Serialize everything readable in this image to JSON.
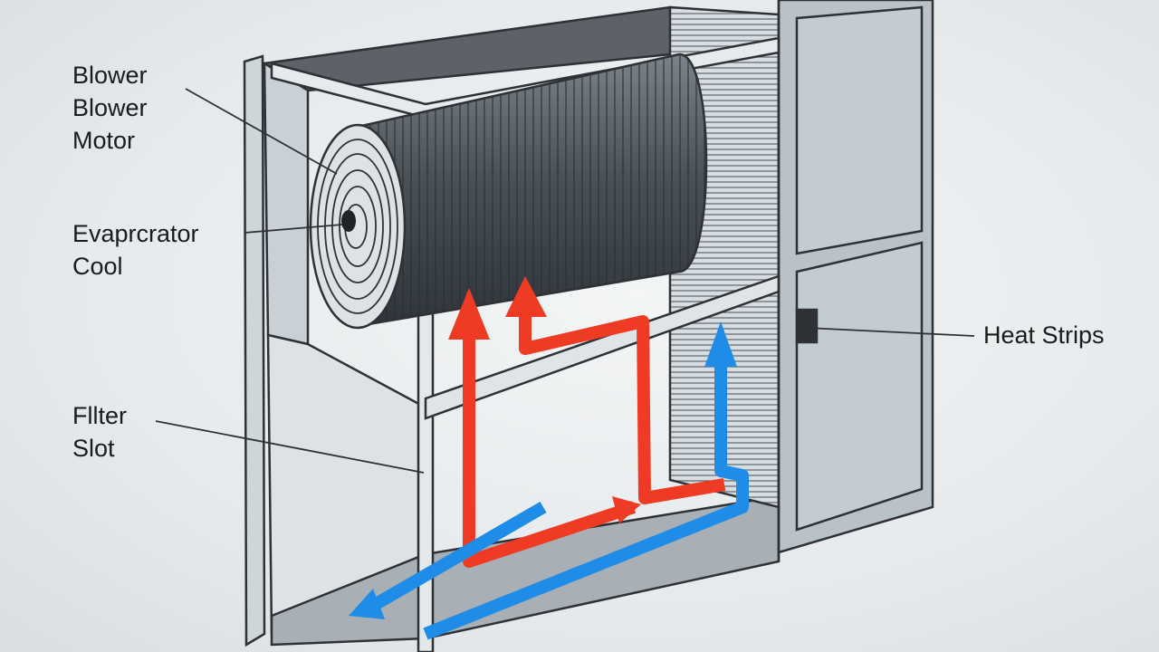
{
  "labels": {
    "blower": "Blower\nBlower\nMotor",
    "evaporator": "Evaprcrator\nCool",
    "filter": "Fllter\nSlot",
    "heat": "Heat Strips"
  },
  "colors": {
    "background": "#e6eaec",
    "outline": "#2e3236",
    "cabinet_top": "#5c6268",
    "panel": "#c3ccd2",
    "coil": "#4a5157",
    "coil_highlight": "#7b838a",
    "warm_air": "#ef3b24",
    "cool_air": "#1f8de8",
    "floor": "#a8b0b6"
  },
  "icons": [
    "warm-air-arrow",
    "cool-air-arrow",
    "coil-cylinder",
    "access-panel"
  ]
}
